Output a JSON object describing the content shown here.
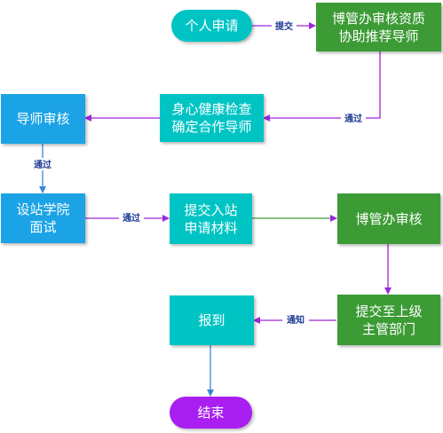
{
  "colors": {
    "teal": "#00c4c4",
    "green": "#3c9b35",
    "blue": "#1ba3e6",
    "purple": "#a91ef0",
    "arrow_purple": "#9d27d9",
    "arrow_blue": "#3b86d8"
  },
  "nodes": {
    "apply": "个人申请",
    "review_qualify": "博管办审核资质\n协助推荐导师",
    "health_check": "身心健康检查\n确定合作导师",
    "advisor_review": "导师审核",
    "interview": "设站学院\n面试",
    "submit_materials": "提交入站\n申请材料",
    "office_review": "博管办审核",
    "submit_dept": "提交至上级\n主管部门",
    "register": "报到",
    "end": "结束"
  },
  "edges": {
    "submit": "提交",
    "pass1": "通过",
    "pass2": "通过",
    "pass3": "通过",
    "notify": "通知"
  }
}
